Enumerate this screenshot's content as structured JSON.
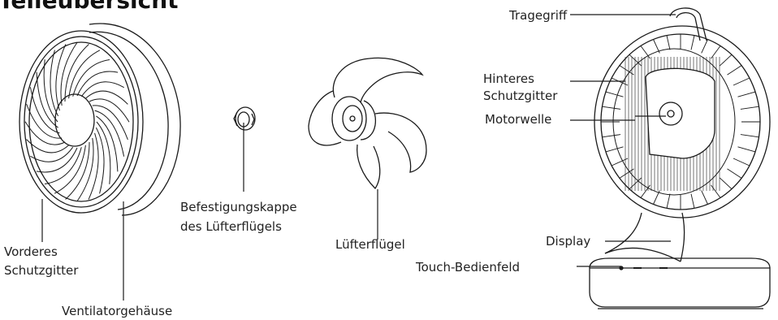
{
  "title": "Teileübersicht",
  "labels": {
    "tragegriff": "Tragegriff",
    "hinteres_line1": "Hinteres",
    "hinteres_line2": "Schutzgitter",
    "motorwelle": "Motorwelle",
    "display": "Display",
    "touch": "Touch-Bedienfeld",
    "befestigung_line1": "Befestigungskappe",
    "befestigung_line2": "des Lüfterflügels",
    "luefterfluegel": "Lüfterflügel",
    "vorderes_line1": "Vorderes",
    "vorderes_line2": "Schutzgitter",
    "gehaeuse": "Ventilatorgehäuse"
  },
  "parts": [
    {
      "id": "front-grille-housing",
      "icon": "fan-housing-drawing"
    },
    {
      "id": "blade-cap",
      "icon": "cap-drawing"
    },
    {
      "id": "fan-blade",
      "icon": "fan-blade-drawing"
    },
    {
      "id": "fan-body",
      "icon": "fan-body-drawing"
    }
  ],
  "colors": {
    "line": "#1a1a1a",
    "background": "#ffffff"
  }
}
